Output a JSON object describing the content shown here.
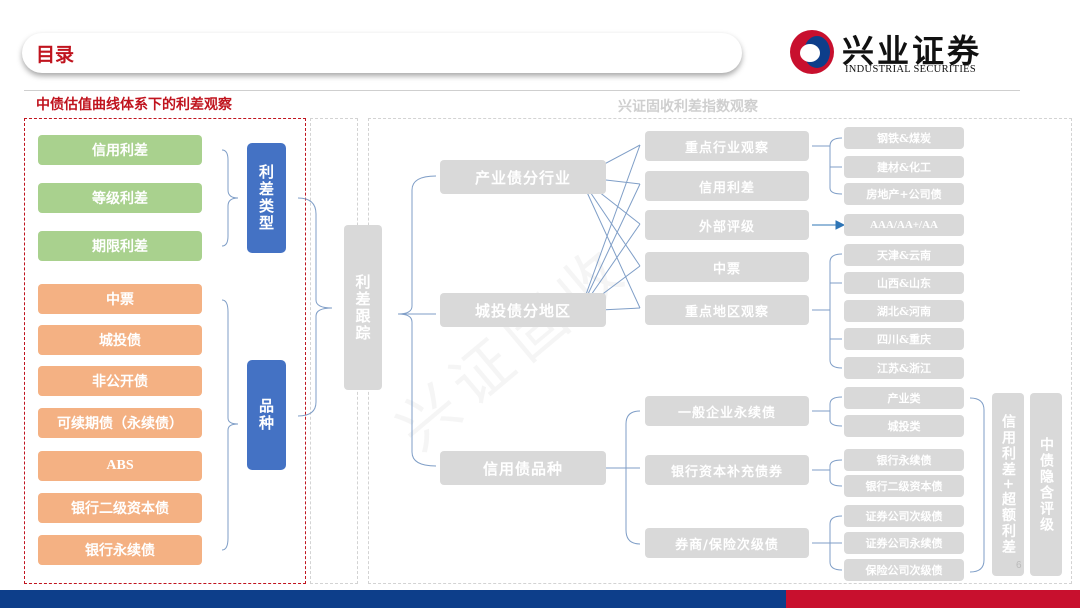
{
  "header": {
    "title": "目录"
  },
  "logo": {
    "cn": "兴业证券",
    "en": "INDUSTRIAL SECURITIES"
  },
  "left_section": {
    "title": "中债估值曲线体系下的利差观察",
    "spread_items": [
      "信用利差",
      "等级利差",
      "期限利差"
    ],
    "spread_group": "利差类型",
    "bond_items": [
      "中票",
      "城投债",
      "非公开债",
      "可续期债（永续债）",
      "ABS",
      "银行二级资本债",
      "银行永续债"
    ],
    "bond_group": "品种"
  },
  "right_section": {
    "title": "兴证固收利差指数观察",
    "root": "利差跟踪",
    "level1": [
      "产业债分行业",
      "城投债分地区",
      "信用债品种"
    ],
    "level2": [
      "重点行业观察",
      "信用利差",
      "外部评级",
      "中票",
      "重点地区观察",
      "一般企业永续债",
      "银行资本补充债券",
      "券商/保险次级债"
    ],
    "level3_industry": [
      "钢铁&煤炭",
      "建材&化工",
      "房地产+公司债"
    ],
    "rating": "AAA/AA+/AA",
    "level3_region": [
      "天津&云南",
      "山西&山东",
      "湖北&河南",
      "四川&重庆",
      "江苏&浙江"
    ],
    "level3_perp": [
      "产业类",
      "城投类"
    ],
    "level3_bank": [
      "银行永续债",
      "银行二级资本债"
    ],
    "level3_broker": [
      "证券公司次级债",
      "证券公司永续债",
      "保险公司次级债"
    ],
    "side1": "信用利差+超额利差",
    "side2": "中债隐含评级"
  },
  "page_number": "6",
  "colors": {
    "brand_red": "#c0141e",
    "brand_blue": "#0d3e8a",
    "green": "#a9d18e",
    "orange": "#f4b183",
    "blue": "#4472c4",
    "grey": "#d9d9d9"
  }
}
